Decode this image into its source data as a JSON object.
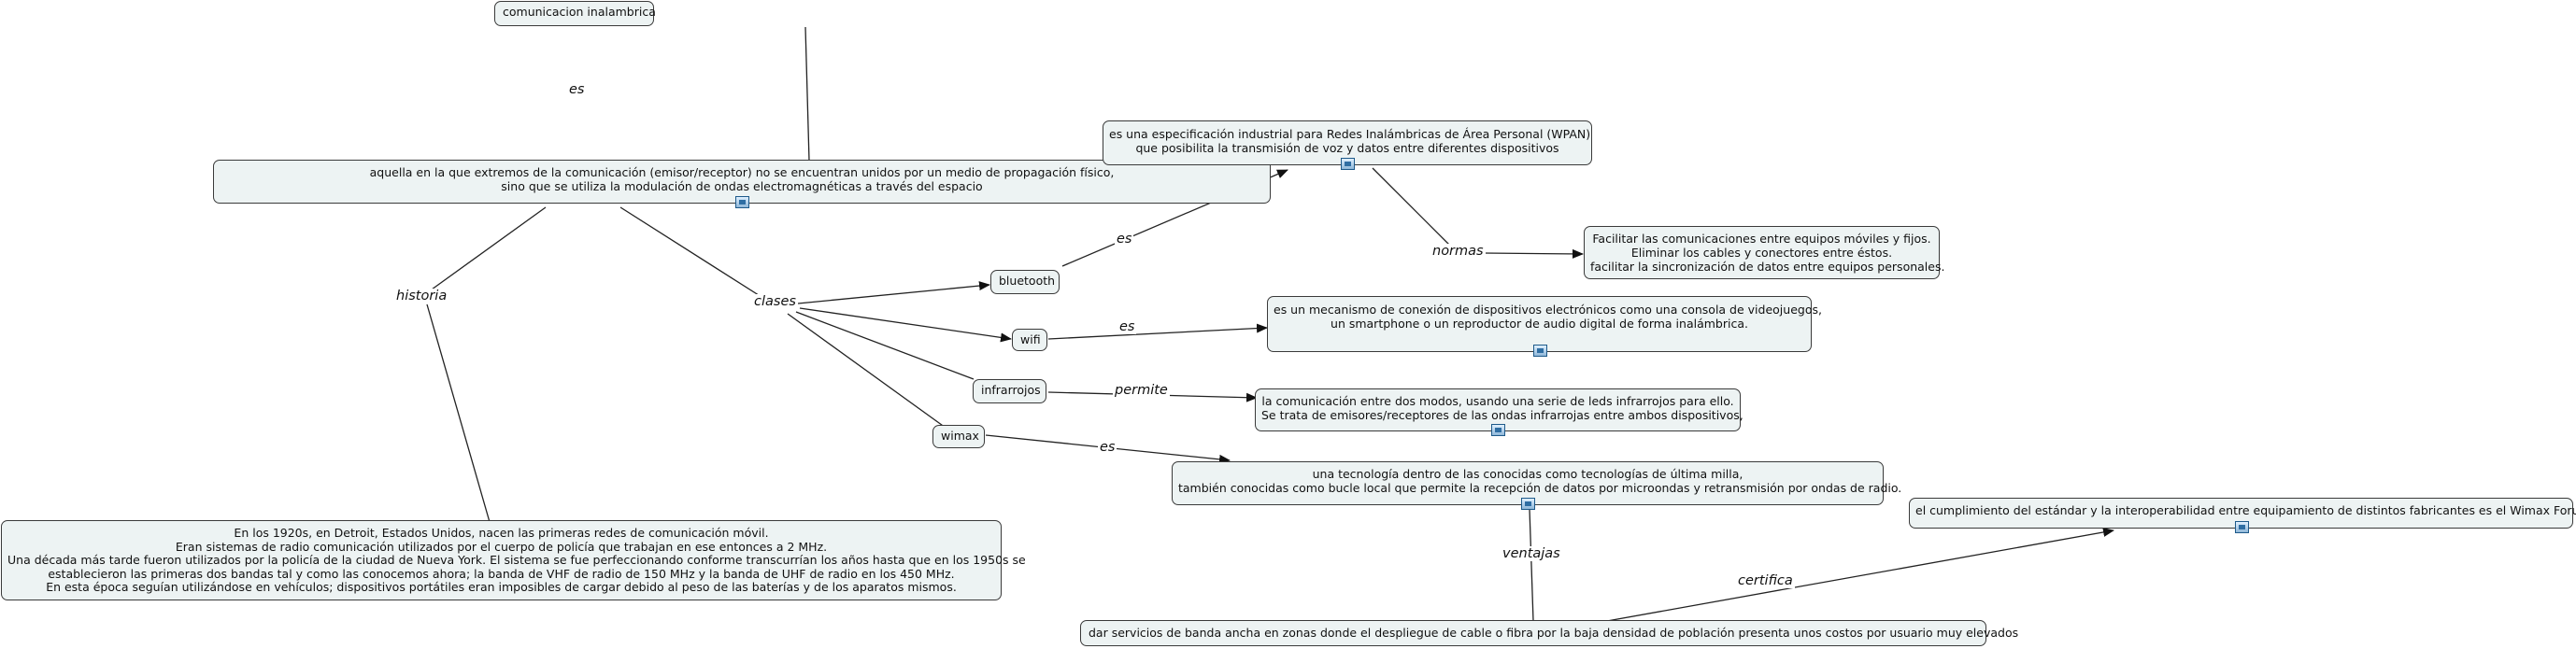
{
  "nodes": {
    "root": "comunicacion inalambrica",
    "definition": [
      "aquella en la que extremos de la comunicación (emisor/receptor) no se encuentran unidos por un medio de propagación físico,",
      "sino que se utiliza la modulación de ondas electromagnéticas a través del espacio"
    ],
    "history_text": [
      "En los 1920s, en Detroit, Estados Unidos, nacen las primeras redes de comunicación móvil.",
      "Eran sistemas de radio comunicación utilizados por el cuerpo de policía que trabajan en ese entonces a 2 MHz.",
      "Una década más tarde fueron utilizados por la policía de la ciudad de Nueva York. El sistema se fue perfeccionando conforme transcurrían los años hasta que en los 1950s se",
      "establecieron las primeras dos bandas tal y como las conocemos ahora; la banda de VHF de radio de 150 MHz y la banda de UHF de radio en los 450 MHz.",
      "En esta época seguían utilizándose en vehículos; dispositivos portátiles eran imposibles de cargar debido al peso de las baterías y de los aparatos mismos."
    ],
    "bluetooth": "bluetooth",
    "wifi": "wifi",
    "infrarrojos": "infrarrojos",
    "wimax": "wimax",
    "bluetooth_def": [
      "es una especificación industrial para Redes Inalámbricas de Área Personal (WPAN)",
      "que posibilita la transmisión de voz y datos entre diferentes dispositivos"
    ],
    "bluetooth_norms": [
      "Facilitar las comunicaciones entre equipos móviles y fijos.",
      "Eliminar los cables y conectores entre éstos.",
      "facilitar la sincronización de datos entre equipos personales."
    ],
    "wifi_def": [
      "es un mecanismo de conexión de dispositivos electrónicos como una consola de videojuegos,",
      "un smartphone o un reproductor de audio digital de forma inalámbrica."
    ],
    "infrarrojos_def": [
      "la comunicación entre dos modos, usando una serie de leds infrarrojos para ello.",
      "Se trata de emisores/receptores de las ondas infrarrojas entre ambos dispositivos,"
    ],
    "wimax_def": [
      "una tecnología dentro de las conocidas como tecnologías de última milla,",
      "también conocidas como bucle local que permite la recepción de datos por microondas y retransmisión por ondas de radio."
    ],
    "wimax_adv": "dar servicios de banda ancha en zonas donde el despliegue de cable o fibra por la baja densidad de población presenta unos costos por usuario muy elevados",
    "wimax_forum": "el cumplimiento del estándar y la interoperabilidad entre equipamiento de distintos fabricantes es el Wimax Forum"
  },
  "links": {
    "es1": "es",
    "historia": "historia",
    "clases": "clases",
    "es_bt": "es",
    "normas": "normas",
    "es_wifi": "es",
    "permite": "permite",
    "es_wimax": "es",
    "ventajas": "ventajas",
    "certifica": "certifica"
  },
  "icons": [
    "resource-icon"
  ],
  "colors": {
    "node_fill": "#edf3f3",
    "node_border": "#3a3a3a",
    "line": "#222222"
  }
}
